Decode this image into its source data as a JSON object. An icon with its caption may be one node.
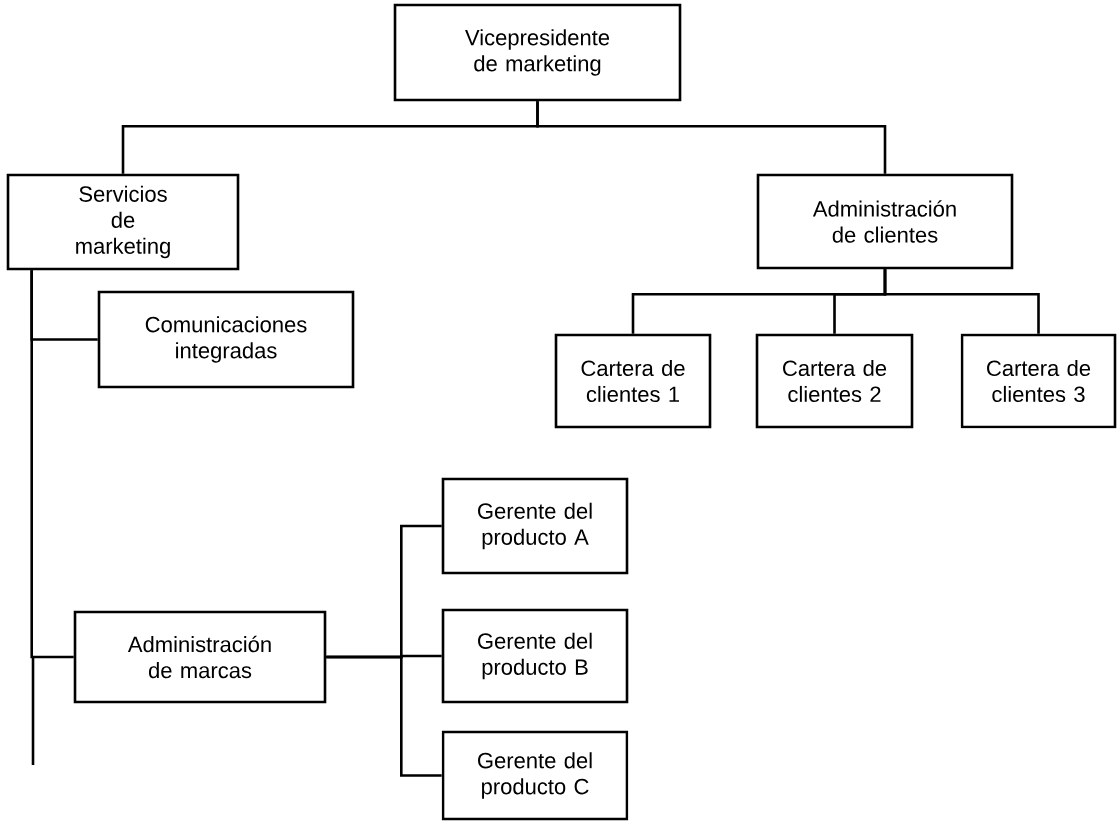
{
  "diagram": {
    "nodes": [
      {
        "text": [
          "Vicepresidente de marketing"
        ]
      },
      {
        "text": [
          "Servicios de marketing"
        ]
      },
      {
        "text": [
          "Administración de clientes"
        ]
      },
      {
        "text": [
          "Comunicaciones integradas"
        ]
      },
      {
        "text": [
          "Cartera de clientes 1"
        ]
      },
      {
        "text": [
          "Cartera de clientes 2"
        ]
      },
      {
        "text": [
          "Cartera de clientes 3"
        ]
      },
      {
        "text": [
          "Administración de marcas"
        ]
      },
      {
        "text": [
          "Gerente del producto A"
        ]
      },
      {
        "text": [
          "Gerente del producto B"
        ]
      },
      {
        "text": [
          "Gerente del producto C"
        ]
      }
    ],
    "edges": [
      {
        "from": 0,
        "to": 1,
        "arrow": "none"
      },
      {
        "from": 0,
        "to": 2,
        "arrow": "none"
      },
      {
        "from": 1,
        "to": 3,
        "arrow": "none"
      },
      {
        "from": 2,
        "to": 4,
        "arrow": "none"
      },
      {
        "from": 2,
        "to": 5,
        "arrow": "none"
      },
      {
        "from": 2,
        "to": 6,
        "arrow": "none"
      },
      {
        "from": 1,
        "to": 7,
        "arrow": "none"
      },
      {
        "from": 7,
        "to": 8,
        "arrow": "none"
      },
      {
        "from": 7,
        "to": 9,
        "arrow": "none"
      },
      {
        "from": 7,
        "to": 10,
        "arrow": "none"
      }
    ]
  }
}
